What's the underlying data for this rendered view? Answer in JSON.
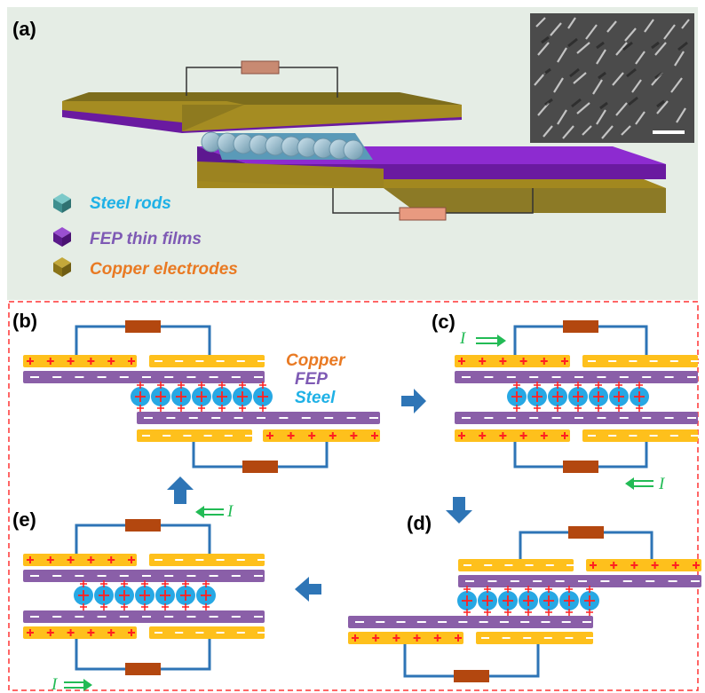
{
  "panel_labels": {
    "a": "(a)",
    "b": "(b)",
    "c": "(c)",
    "d": "(d)",
    "e": "(e)"
  },
  "legend": [
    {
      "text": "Steel rods",
      "color": "#1fb1e6",
      "icon": "teal-cube-icon"
    },
    {
      "text": "FEP thin films",
      "color": "#7e5ab4",
      "icon": "purple-cube-icon"
    },
    {
      "text": "Copper electrodes",
      "color": "#e97a23",
      "icon": "gold-cube-icon"
    }
  ],
  "material_labels": {
    "copper": "Copper",
    "fep": "FEP",
    "steel": "Steel"
  },
  "current_label": "I",
  "colors": {
    "panel_a_bg": "#e5ede5",
    "copper": "#fec01c",
    "copper_dark": "#a2881f",
    "fep": "#8a5fa8",
    "fep_bright": "#9a22d6",
    "steel": "#27a8e4",
    "wire": "#2e74b6",
    "resistor": "#b3470f",
    "arrow": "#2e75b6",
    "plus": "#ff2020",
    "current_arrow": "#22bb55",
    "dash_border": "#ff3333"
  }
}
